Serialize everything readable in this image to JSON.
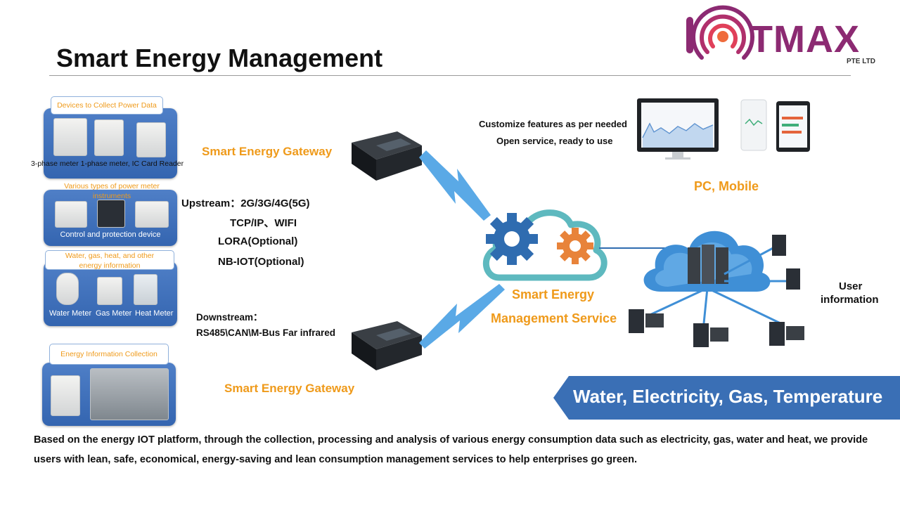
{
  "page": {
    "title": "Smart Energy Management",
    "logo": {
      "brand": "IOTMAX",
      "sub": "PTE LTD"
    }
  },
  "devices": {
    "panel1": {
      "label": "Devices to Collect Power Data",
      "caption": "3-phase meter 1-phase meter, IC Card Reader"
    },
    "panel2": {
      "label": "Various types of power meter instruments",
      "caption": "Control and protection device"
    },
    "panel3": {
      "label": "Water, gas, heat, and other energy information",
      "captions": [
        "Water Meter",
        "Gas Meter",
        "Heat Meter"
      ]
    },
    "panel4": {
      "label": "Energy Information Collection"
    }
  },
  "gateway": {
    "top_label": "Smart Energy Gateway",
    "bottom_label": "Smart Energy Gateway",
    "upstream": [
      "Upstream：2G/3G/4G(5G)",
      "TCP/IP、WIFI",
      "LORA(Optional)",
      "NB-IOT(Optional)"
    ],
    "downstream": [
      "Downstream：",
      "RS485\\CAN\\M-Bus Far infrared"
    ]
  },
  "service": {
    "line1": "Smart Energy",
    "line2": "Management Service"
  },
  "clients": {
    "features": [
      "Customize features as per needed",
      "Open service, ready to use"
    ],
    "pc_mobile": "PC, Mobile",
    "user_info": [
      "User",
      "information"
    ]
  },
  "banner": "Water, Electricity, Gas, Temperature",
  "footer": "Based on the energy IOT platform, through the collection, processing and analysis of various energy consumption data such as electricity, gas, water and heat, we provide users with lean, safe, economical, energy-saving and lean consumption management services to help enterprises go green.",
  "colors": {
    "orange": "#EF9A1A",
    "blue": "#3A6FB5",
    "gear_blue": "#2F6CB0",
    "gear_orange": "#E8833A",
    "banner": "#3A6FB5"
  }
}
